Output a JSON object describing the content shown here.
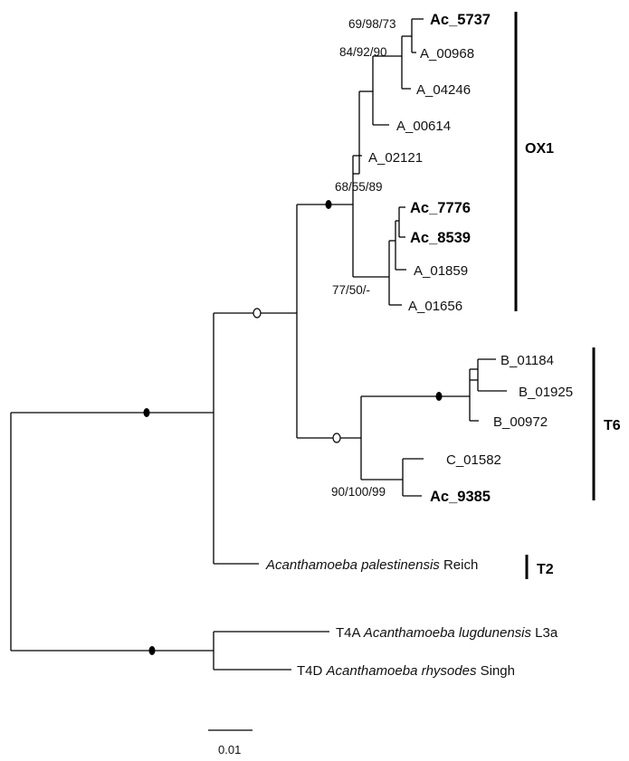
{
  "tree": {
    "taxa": {
      "ac5737": "Ac_5737",
      "a00968": "A_00968",
      "a04246": "A_04246",
      "a00614": "A_00614",
      "a02121": "A_02121",
      "ac7776": "Ac_7776",
      "ac8539": "Ac_8539",
      "a01859": "A_01859",
      "a01656": "A_01656",
      "b01184": "B_01184",
      "b01925": "B_01925",
      "b00972": "B_00972",
      "c01582": "C_01582",
      "ac9385": "Ac_9385",
      "palestinensis": {
        "genus_species": "Acanthamoeba palestinensis",
        "strain": "Reich"
      },
      "lugdunensis": {
        "group": "T4A",
        "genus_species": "Acanthamoeba lugdunensis",
        "strain": "L3a"
      },
      "rhysodes": {
        "group": "T4D",
        "genus_species": "Acanthamoeba rhysodes",
        "strain": "Singh"
      }
    },
    "support_values": {
      "node_ac5737": "69/98/73",
      "node_a04246": "84/92/90",
      "node_ac7776": "68/55/89",
      "node_a01859": "77/50/-",
      "node_c01582": "90/100/99"
    },
    "clades": {
      "ox1": "OX1",
      "t6": "T6",
      "t2": "T2"
    },
    "scale_bar": {
      "label": "0.01"
    },
    "colors": {
      "line": "#000000",
      "open_node_fill": "#ffffff",
      "filled_node_fill": "#000000"
    }
  }
}
